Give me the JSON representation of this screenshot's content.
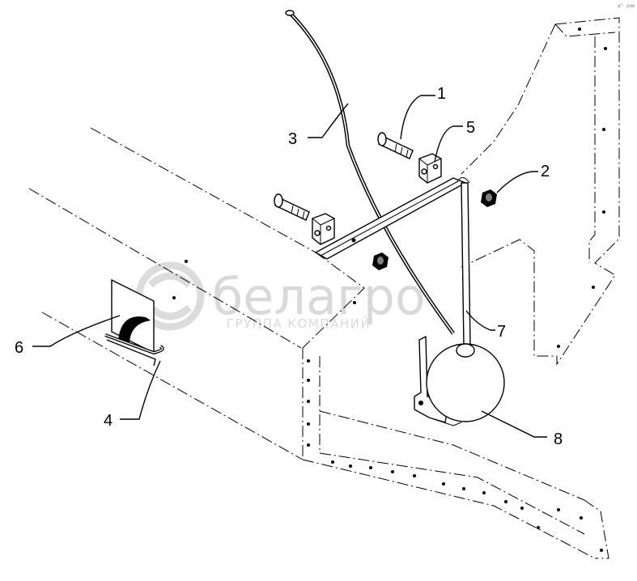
{
  "watermark": {
    "brand": "белагро",
    "subtitle": "ГРУППА КОМПАНИЙ"
  },
  "corner_mark": "a° ooo",
  "callouts": [
    {
      "id": "1",
      "label": "1",
      "part": "bolt"
    },
    {
      "id": "2",
      "label": "2",
      "part": "nut"
    },
    {
      "id": "3",
      "label": "3",
      "part": "cable"
    },
    {
      "id": "4",
      "label": "4",
      "part": "hook"
    },
    {
      "id": "5",
      "label": "5",
      "part": "clamp-block"
    },
    {
      "id": "6",
      "label": "6",
      "part": "bracket-plate"
    },
    {
      "id": "7",
      "label": "7",
      "part": "rod"
    },
    {
      "id": "8",
      "label": "8",
      "part": "ball-weight"
    }
  ]
}
